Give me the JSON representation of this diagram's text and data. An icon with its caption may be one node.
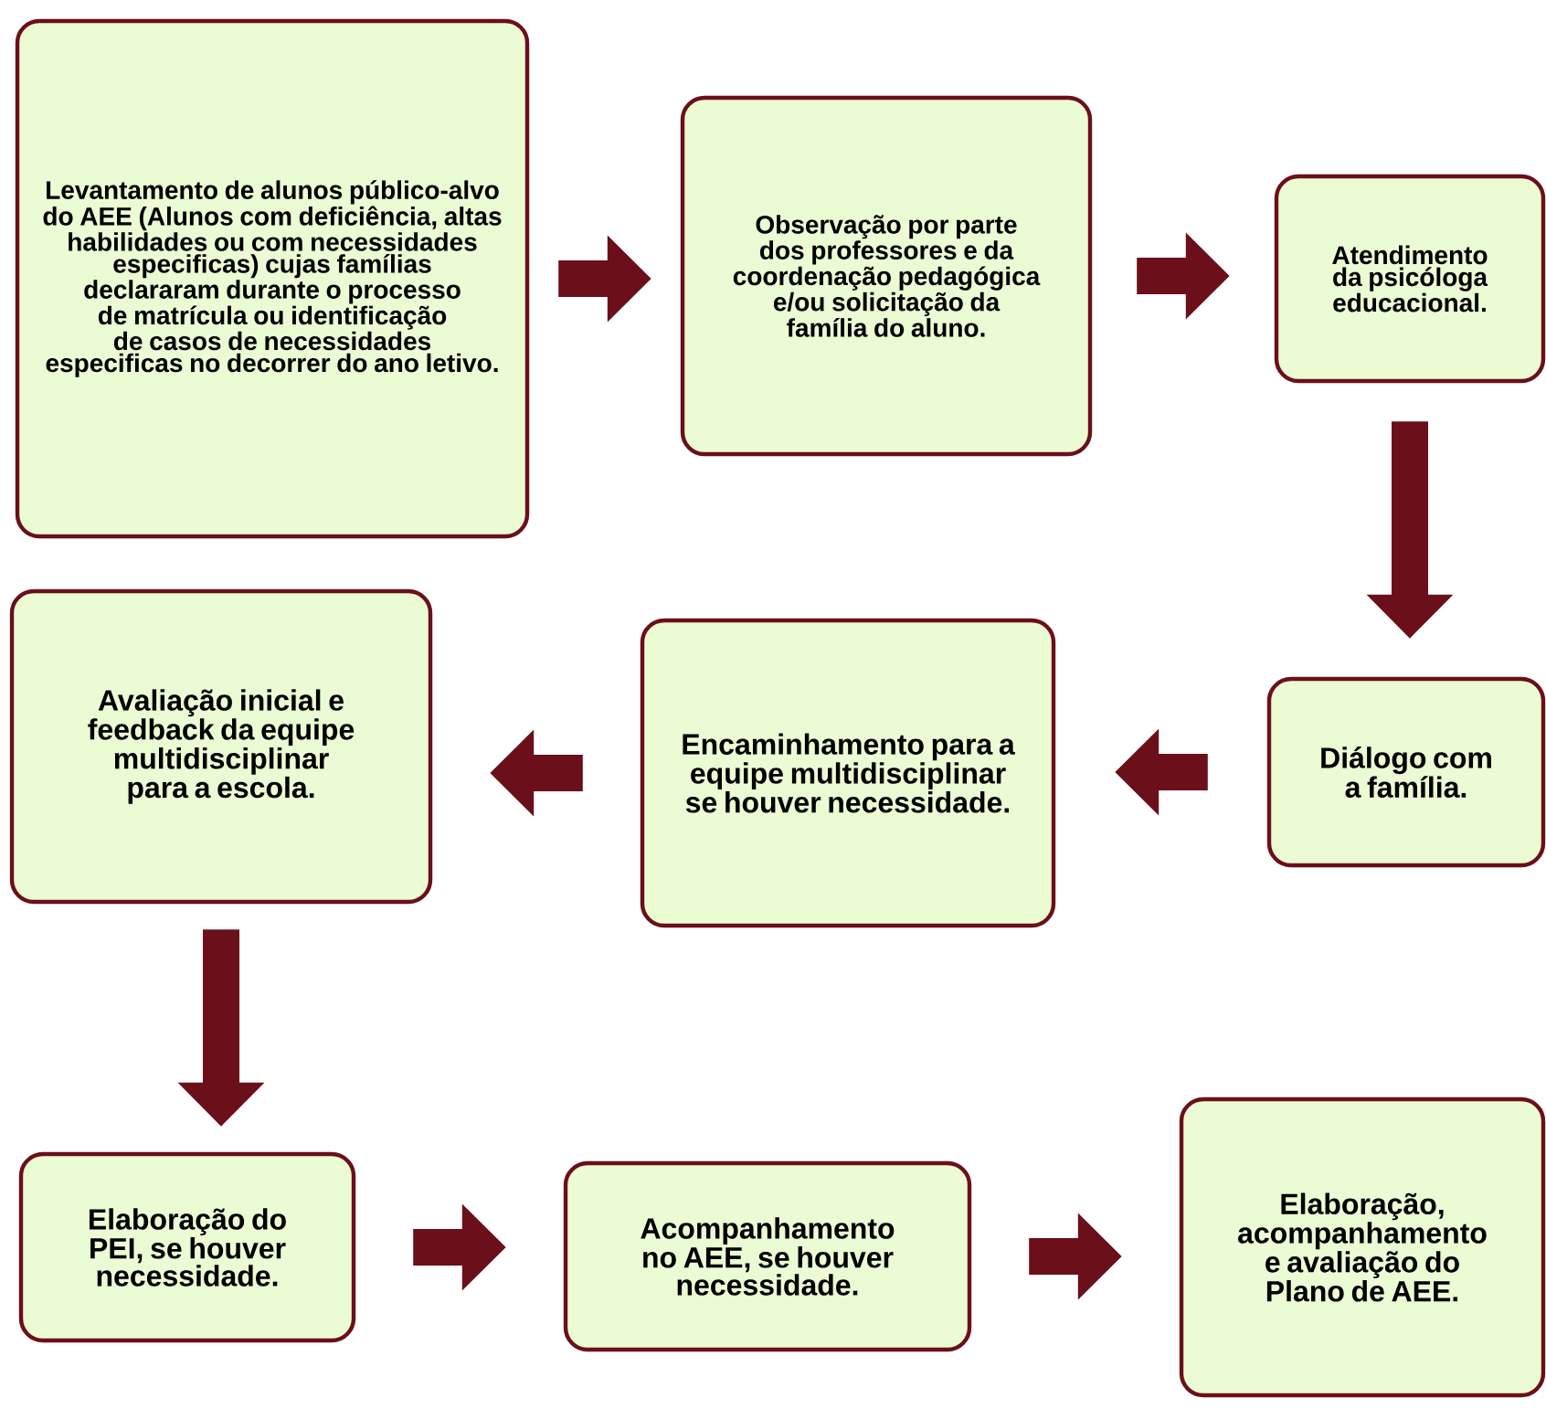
{
  "diagram": {
    "nodes": [
      {
        "text": [
          "Levantamento de alunos público-alvo do AEE (Alunos com deficiência, altas habilidades ou com necessidades especificas) cujas famílias declararam durante o processo de matrícula ou identificação de casos de necessidades especificas no decorrer do ano letivo."
        ]
      },
      {
        "text": [
          "Observação por parte dos professores e da coordenação pedagógica e/ou solicitação da família do aluno."
        ]
      },
      {
        "text": [
          "Atendimento da psicóloga educacional."
        ]
      },
      {
        "text": [
          "Diálogo com a família."
        ]
      },
      {
        "text": [
          "Encaminhamento para a equipe multidisciplinar se houver necessidade."
        ]
      },
      {
        "text": [
          "Avaliação inicial e feedback da equipe multidisciplinar para a escola."
        ]
      },
      {
        "text": [
          "Elaboração do PEI, se houver necessidade."
        ]
      },
      {
        "text": [
          "Acompanhamento no AEE, se houver necessidade."
        ]
      },
      {
        "text": [
          "Elaboração, acompanhamento e avaliação do Plano de AEE."
        ]
      }
    ],
    "edges": [
      {
        "from": 0,
        "to": 1,
        "arrow": "to"
      },
      {
        "from": 1,
        "to": 2,
        "arrow": "to"
      },
      {
        "from": 2,
        "to": 3,
        "arrow": "to"
      },
      {
        "from": 3,
        "to": 4,
        "arrow": "to"
      },
      {
        "from": 4,
        "to": 5,
        "arrow": "to"
      },
      {
        "from": 5,
        "to": 6,
        "arrow": "to"
      },
      {
        "from": 6,
        "to": 7,
        "arrow": "to"
      },
      {
        "from": 7,
        "to": 8,
        "arrow": "to"
      }
    ]
  }
}
